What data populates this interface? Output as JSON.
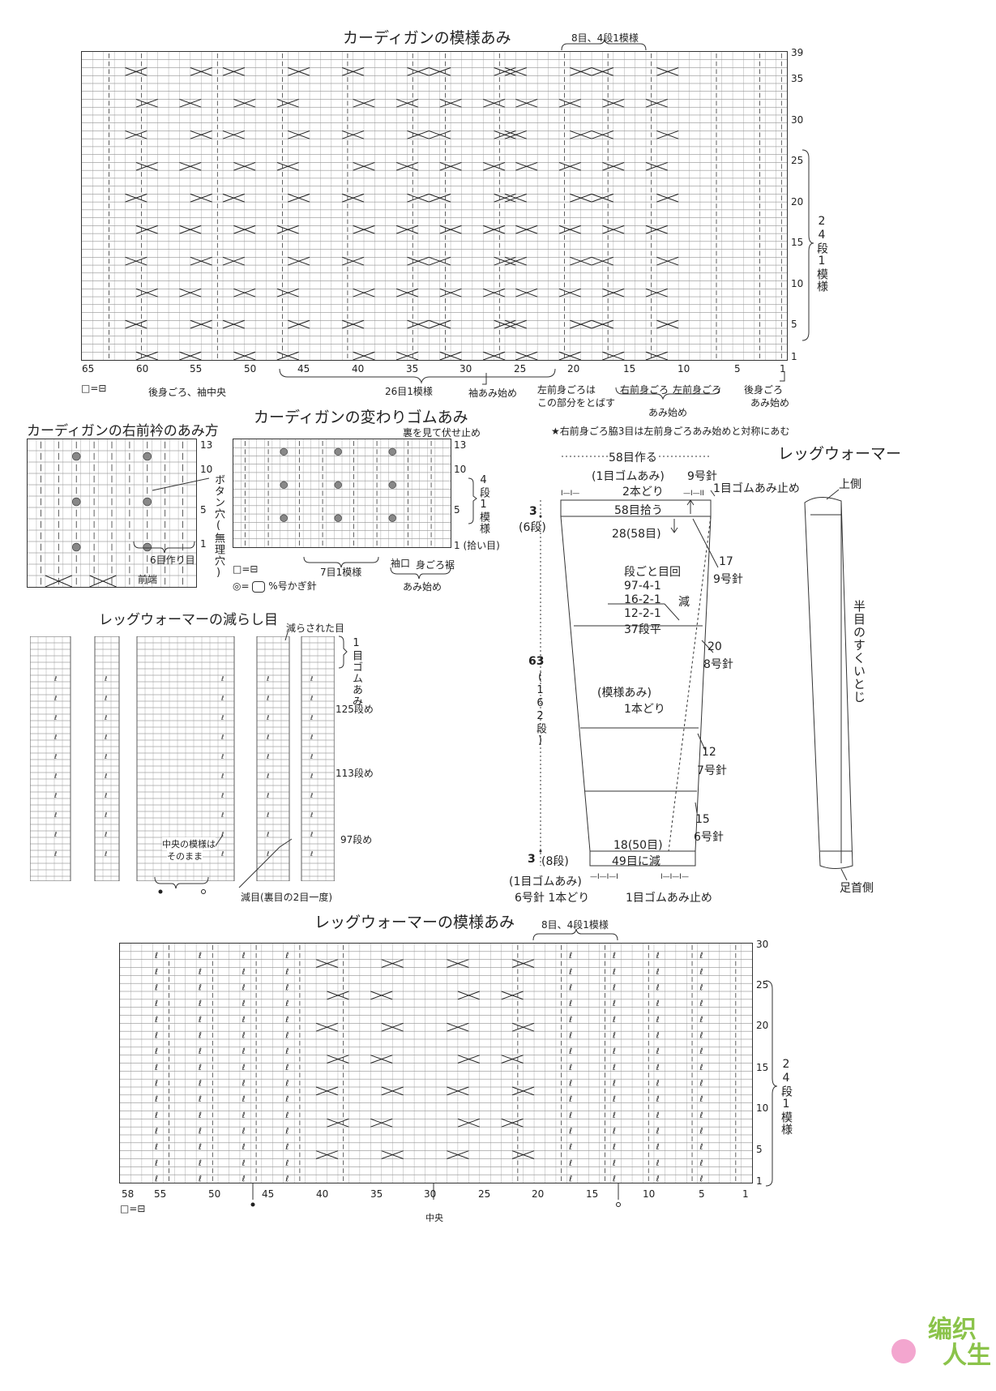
{
  "charts": {
    "cardigan_pattern": {
      "title": "カーディガンの模様あみ",
      "repeat_top": "8目、4段1模様",
      "row_numbers": [
        "39",
        "35",
        "30",
        "25",
        "20",
        "15",
        "10",
        "5",
        "1"
      ],
      "col_numbers": [
        "65",
        "60",
        "55",
        "50",
        "45",
        "40",
        "35",
        "30",
        "25",
        "20",
        "15",
        "10",
        "5",
        "1"
      ],
      "row_repeat": "24段1模様",
      "legend": "□=⊟",
      "notes": {
        "back_center": "後身ごろ、袖中央",
        "repeat_26": "26目1模様",
        "sleeve_start": "袖あみ始め",
        "left_front_skip_1": "左前身ごろは",
        "left_front_skip_2": "この部分をとばす",
        "right_front": "右前身ごろ",
        "left_front": "左前身ごろ",
        "start": "あみ始め",
        "back_start_1": "後身ごろ",
        "back_start_2": "あみ始め"
      },
      "star_note": "★右前身ごろ脇3目は左前身ごろあみ始めと対称にあむ"
    },
    "front_band": {
      "title": "カーディガンの右前衿のあみ方",
      "row_numbers": [
        "13",
        "10",
        "5",
        "1"
      ],
      "buttonhole": "ボタン穴(無理穴)",
      "cast_on": "6目作り目",
      "front_edge": "前端"
    },
    "rib": {
      "title": "カーディガンの変わりゴムあみ",
      "bind_off": "裏を見て伏せ止め",
      "row_numbers": [
        "13",
        "10",
        "5",
        "1 (拾い目)"
      ],
      "row_repeat": "4段1模様",
      "repeat_7": "7目1模様",
      "cuff": "袖口",
      "hem": "身ごろ裾",
      "start": "あみ始め",
      "legend1": "□=⊟",
      "legend2": "◎=",
      "legend2_text": "%号かぎ針"
    },
    "decrease": {
      "title": "レッグウォーマーの減らし目",
      "decreased": "減らされた目",
      "rib_label": "1目ゴムあみ",
      "row125": "125段め",
      "row113": "113段め",
      "row97": "97段め",
      "center_note_1": "中央の模様は",
      "center_note_2": "そのまま",
      "dec_note": "減目(裏目の2目一度)"
    },
    "legwarmer_pattern": {
      "title": "レッグウォーマーの模様あみ",
      "repeat_top": "8目、4段1模様",
      "row_numbers": [
        "30",
        "25",
        "20",
        "15",
        "10",
        "5",
        "1"
      ],
      "col_numbers": [
        "58",
        "55",
        "50",
        "45",
        "40",
        "35",
        "30",
        "25",
        "20",
        "15",
        "10",
        "5",
        "1"
      ],
      "row_repeat": "24段1模様",
      "center": "中央",
      "legend": "□=⊟"
    }
  },
  "legwarmer_schematic": {
    "title": "レッグウォーマー",
    "cast_on": "58目作る",
    "top_rib": "(1目ゴムあみ)",
    "top_needle": "9号針",
    "strands2": "2本どり",
    "top_rib_bindoff": "1目ゴムあみ止め",
    "pickup": "58目拾う",
    "top_count": "28(58目)",
    "top_height": "3",
    "top_rows": "(6段)",
    "w17": "17",
    "n9": "9号針",
    "dec_header": "段ごと目回",
    "dec_rows": [
      "97-4-1",
      "16-2-1",
      "12-2-1",
      "37段平"
    ],
    "dec_label": "減",
    "w20": "20",
    "n8": "8号針",
    "body_height": "63",
    "body_cm": "(162段)",
    "pattern": "(模様あみ)",
    "strand1": "1本どり",
    "w12": "12",
    "n7": "7号針",
    "w15": "15",
    "n6": "6号針",
    "bottom_count": "18(50目)",
    "reduce": "49目に減",
    "bottom_height": "3",
    "bottom_rows": "(8段)",
    "bottom_rib": "(1目ゴムあみ)",
    "bottom_needle": "6号針 1本どり",
    "bottom_bindoff": "1目ゴムあみ止め",
    "rib_marks_top_l": "I—I—",
    "rib_marks_top_r": "—I—II",
    "rib_marks_bot_l": "—I—I—I",
    "rib_marks_bot_r": "I—I—I—"
  },
  "side_view": {
    "top": "上側",
    "seam": "半目のすくいとじ",
    "bottom": "足首側"
  },
  "watermark": {
    "line1": "编织",
    "line2": "人生"
  }
}
